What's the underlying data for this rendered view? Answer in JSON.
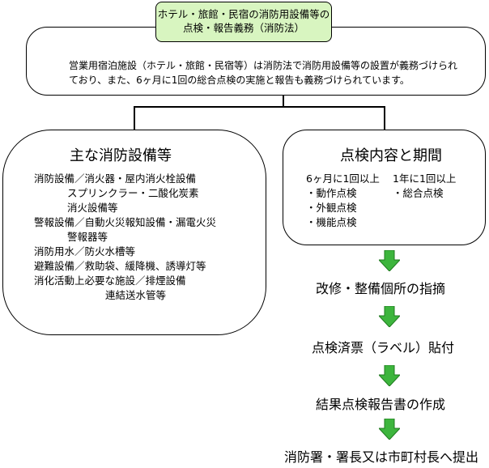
{
  "title_lines": [
    "ホテル・旅館・民宿の消防用設備等の",
    "点検・報告義務（消防法）"
  ],
  "intro_lines": [
    "営業用宿泊施設（ホテル・旅館・民宿等）は消防法で消防用設備等の設置が義務づけられ",
    "ており、また、6ヶ月に1回の総合点検の実施と報告も義務づけられています。"
  ],
  "equipment": {
    "title": "主な消防設備等",
    "lines": [
      "消防設備／消火器・屋内消火栓設備",
      "スプリンクラー・二酸化炭素",
      "消火設備等",
      "警報設備／自動火災報知設備・漏電火災",
      "警報器等",
      "消防用水／防火水槽等",
      "避難設備／救助袋、緩降機、誘導灯等",
      "消化活動上必要な施設／排煙設備",
      "連結送水管等"
    ]
  },
  "inspection": {
    "title": "点検内容と期間",
    "col1_header": "6ヶ月に1回以上",
    "col1_items": [
      "・動作点検",
      "・外観点検",
      "・機能点検"
    ],
    "col2_header": "1年に1回以上",
    "col2_items": [
      "・総合点検"
    ]
  },
  "flow_steps": [
    "改修・整備個所の指摘",
    "点検済票（ラベル）貼付",
    "結果点検報告書の作成",
    "消防署・署長又は市町村長へ提出"
  ],
  "colors": {
    "title_fill": "#d8f5c0",
    "arrow_fill": "#3db53d",
    "arrow_dark": "#1f7a1f"
  }
}
